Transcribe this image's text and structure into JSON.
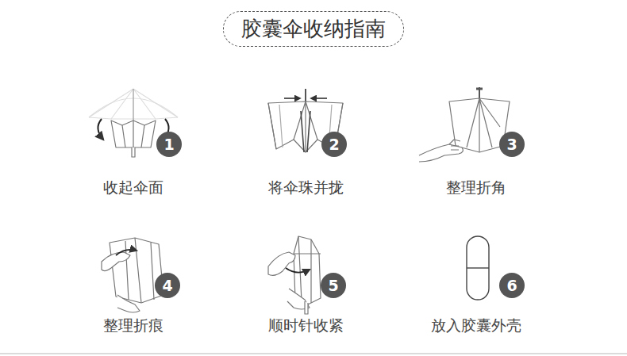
{
  "diagram": {
    "nodes": [
      {
        "text": [
          "胶囊伞收纳指南"
        ]
      },
      {
        "text": [
          "1"
        ]
      },
      {
        "text": [
          "2"
        ]
      },
      {
        "text": [
          "3"
        ]
      },
      {
        "text": [
          "4"
        ]
      },
      {
        "text": [
          "5"
        ]
      },
      {
        "text": [
          "6"
        ]
      }
    ],
    "labels": [
      "收起伞面",
      "将伞珠并拢",
      "整理折角",
      "整理折痕",
      "顺时针收紧",
      "放入胶囊外壳"
    ]
  }
}
